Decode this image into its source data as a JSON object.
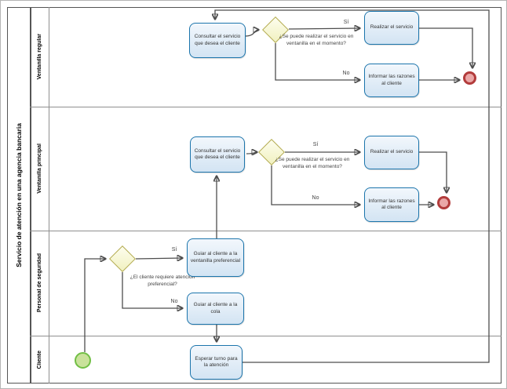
{
  "pool": {
    "title": "Servicio de atención en una agencia bancaria"
  },
  "lanes": [
    {
      "label": "Ventanilla regular"
    },
    {
      "label": "Ventanilla principal"
    },
    {
      "label": "Personal de seguridad"
    },
    {
      "label": "Cliente"
    }
  ],
  "tasks": {
    "consultar_regular": "Consultar el servicio que desea el cliente",
    "realizar_regular": "Realizar el servicio",
    "informar_regular": "Informar las razones al cliente",
    "consultar_principal": "Consultar el servicio que desea el cliente",
    "realizar_principal": "Realizar el servicio",
    "informar_principal": "Informar las razones al cliente",
    "guiar_preferencial": "Guiar al cliente a la ventanilla preferencial",
    "guiar_cola": "Guiar al cliente a la cola",
    "esperar_turno": "Esperar turno para la atención"
  },
  "gateways": {
    "regular_question": "¿Se puede realizar el servicio en ventanilla en el momento?",
    "principal_question": "¿Se puede realizar el servicio en ventanilla en el momento?",
    "seguridad_question": "¿El cliente requiere atención preferencial?"
  },
  "labels": {
    "yes": "Sí",
    "no": "No"
  },
  "colors": {
    "task_border": "#1c75ac",
    "task_fill": "#d3e4f3",
    "gateway_border": "#b3ab4e",
    "gateway_fill": "#f5f5c8",
    "start_border": "#71bf45",
    "start_fill": "#c9e29b",
    "end_border": "#b23b3b",
    "end_fill": "#eaa7a7",
    "flow": "#4d4d4d",
    "lane_border": "#8f8f8f"
  }
}
